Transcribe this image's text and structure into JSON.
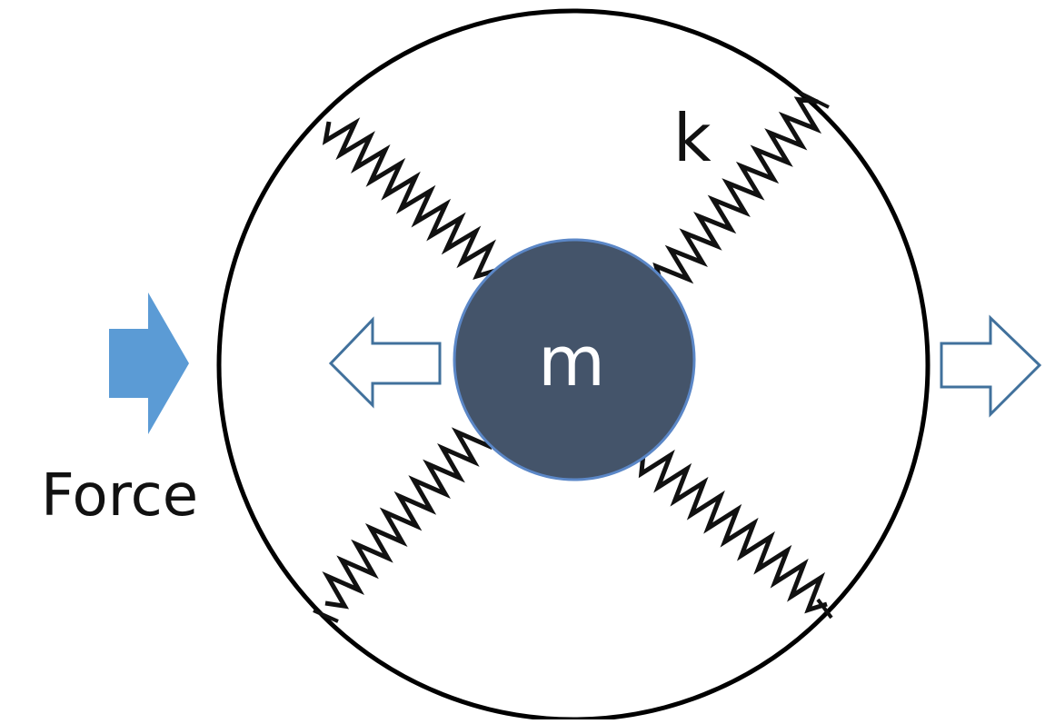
{
  "labels": {
    "force": "Force",
    "stiffness": "k",
    "mass": "m"
  },
  "colors": {
    "outline": "#000000",
    "mass_fill": "#44546a",
    "mass_stroke": "#5b87c7",
    "force_arrow": "#5b9bd5",
    "hollow_arrow_stroke": "#41719c",
    "background": "#ffffff"
  }
}
